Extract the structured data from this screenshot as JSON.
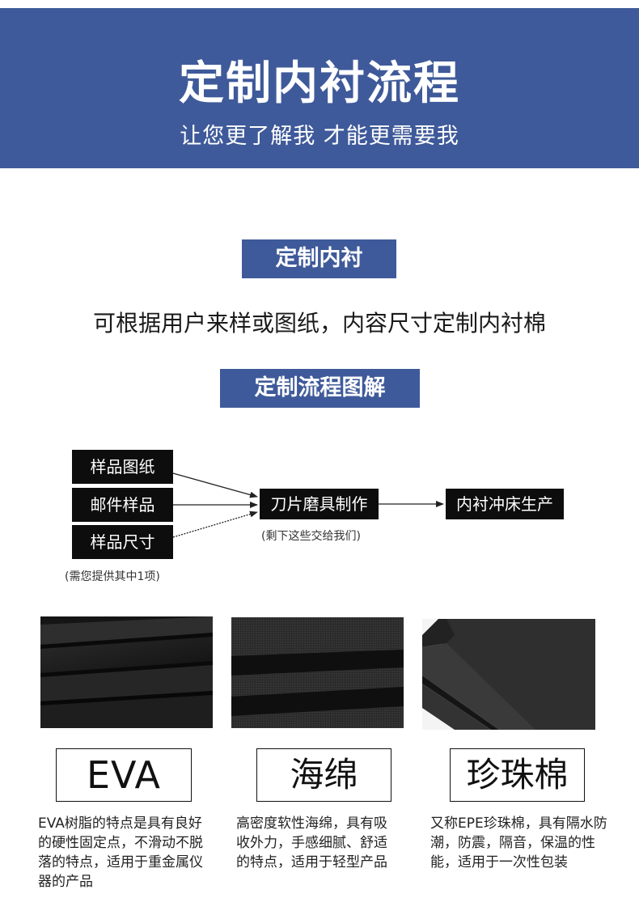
{
  "banner": {
    "title": "定制内衬流程",
    "subtitle": "让您更了解我 才能更需要我",
    "color": "#3f5a9a"
  },
  "section1": {
    "tag": "定制内衬",
    "description": "可根据用户来样或图纸，内容尺寸定制内衬棉"
  },
  "section2": {
    "tag": "定制流程图解"
  },
  "flow": {
    "inputs": [
      "样品图纸",
      "邮件样品",
      "样品尺寸"
    ],
    "inputs_note": "(需您提供其中1项)",
    "step2": "刀片磨具制作",
    "step2_note": "(剩下这些交给我们)",
    "step3": "内衬冲床生产"
  },
  "materials": [
    {
      "name": "EVA",
      "image": "black-eva-foam-sheets-photo",
      "description": "EVA树脂的特点是具有良好的硬性固定点，不滑动不脱落的特点，适用于重金属仪器的产品"
    },
    {
      "name": "海绵",
      "image": "black-sponge-sheets-photo",
      "description": "高密度软性海绵，具有吸收外力，手感细腻、舒适的特点，适用于轻型产品"
    },
    {
      "name": "珍珠棉",
      "image": "black-epe-foam-sheets-photo",
      "description": "又称EPE珍珠棉，具有隔水防潮，防震，隔音，保温的性能，适用于一次性包装"
    }
  ]
}
